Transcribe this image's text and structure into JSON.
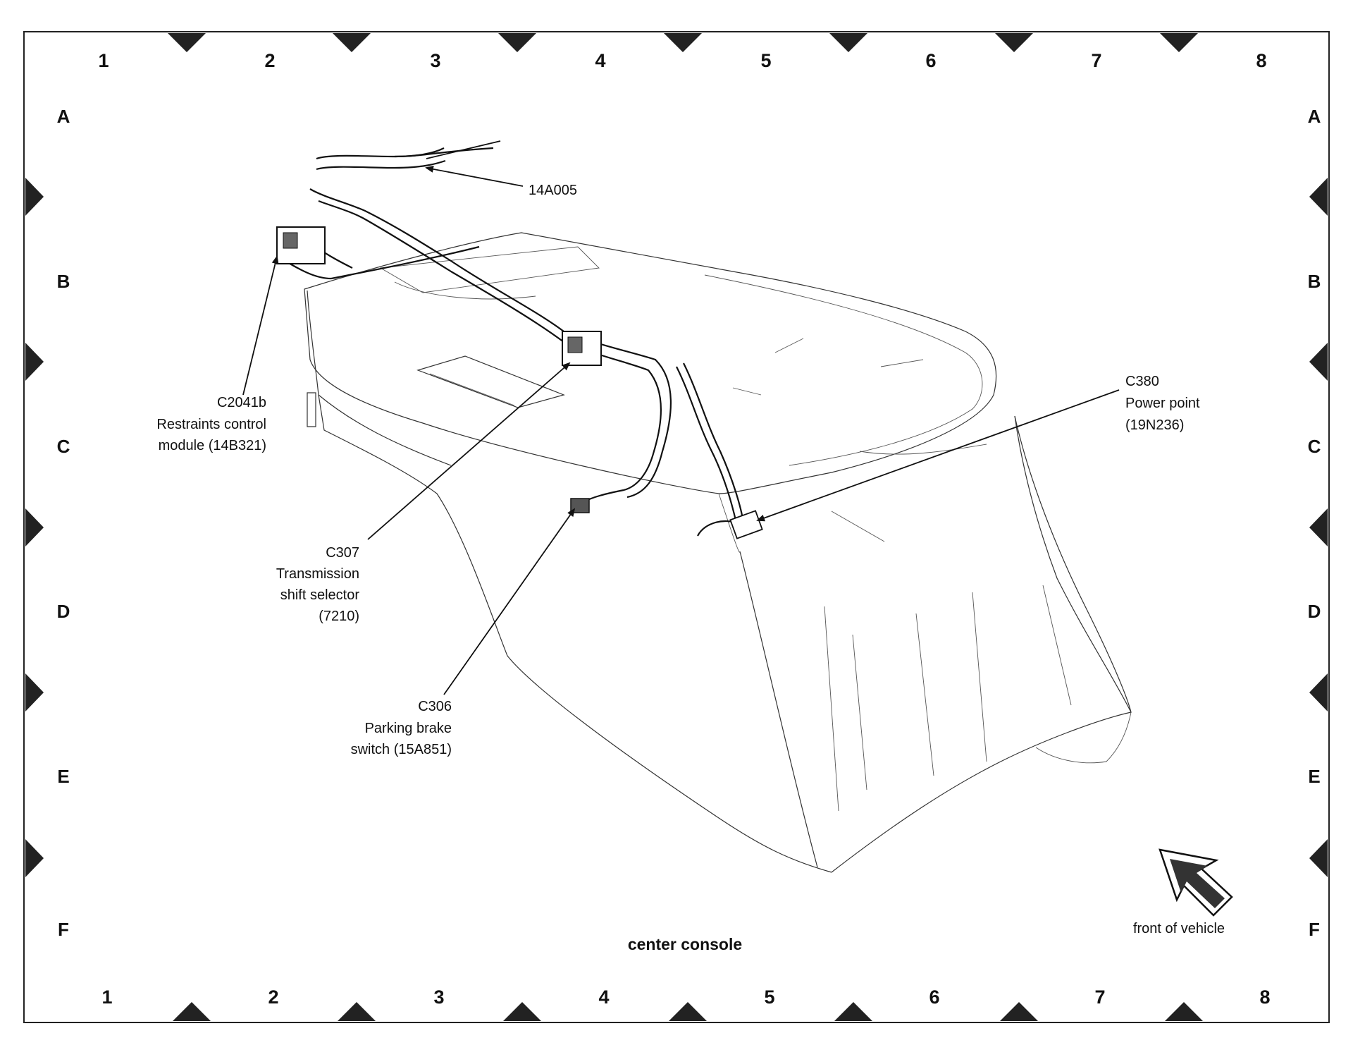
{
  "diagram": {
    "title": "center console",
    "front_label": "front of vehicle",
    "grid": {
      "columns": [
        "1",
        "2",
        "3",
        "4",
        "5",
        "6",
        "7",
        "8"
      ],
      "rows": [
        "A",
        "B",
        "C",
        "D",
        "E",
        "F"
      ]
    },
    "callouts": [
      {
        "id": "14a005",
        "lines": [
          "14A005"
        ]
      },
      {
        "id": "c2041b",
        "lines": [
          "C2041b",
          "Restraints control",
          "module (14B321)"
        ]
      },
      {
        "id": "c307",
        "lines": [
          "C307",
          "Transmission",
          "shift selector",
          "(7210)"
        ]
      },
      {
        "id": "c306",
        "lines": [
          "C306",
          "Parking brake",
          "switch (15A851)"
        ]
      },
      {
        "id": "c380",
        "lines": [
          "C380",
          "Power point",
          "(19N236)"
        ]
      }
    ]
  }
}
